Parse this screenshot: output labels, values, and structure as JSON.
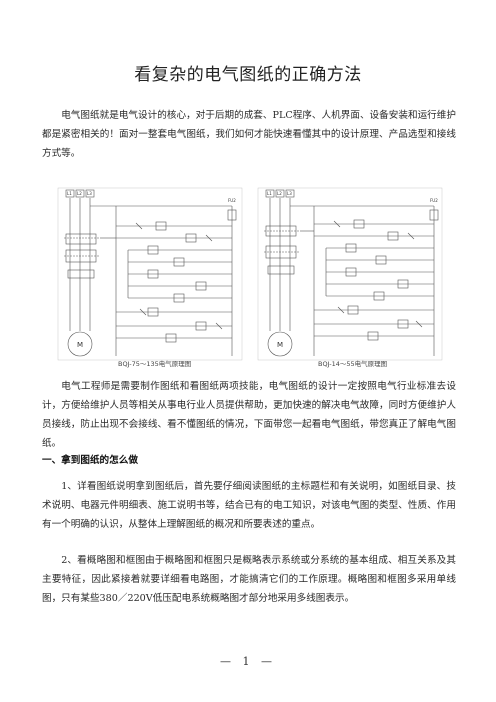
{
  "title": "看复杂的电气图纸的正确方法",
  "intro": "电气图纸就是电气设计的核心，对于后期的成套、PLC程序、人机界面、设备安装和运行维护都是紧密相关的！面对一整套电气图纸，我们如何才能快速看懂其中的设计原理、产品选型和接线方式等。",
  "figure": {
    "left_caption": "BQJ-75～135电气原理图",
    "right_caption": "BQJ-14～55电气原理图",
    "motor_label": "M",
    "phase_labels": [
      "L1",
      "L2",
      "L3"
    ],
    "fuse_label": "FU2"
  },
  "para2": "电气工程师是需要制作图纸和看图纸两项技能，电气图纸的设计一定按照电气行业标准去设计，方便给维护人员等相关从事电行业人员提供帮助，更加快速的解决电气故障，同时方便维护人员接线，防止出现不会接线、看不懂图纸的情况，下面带您一起看电气图纸，带您真正了解电气图纸。",
  "section1_heading": "一、拿到图纸的怎么做",
  "item1": "1、详看图纸说明拿到图纸后，首先要仔细阅读图纸的主标题栏和有关说明，如图纸目录、技术说明、电器元件明细表、施工说明书等，结合已有的电工知识，对该电气图的类型、性质、作用有一个明确的认识，从整体上理解图纸的概况和所要表述的重点。",
  "item2": "2、看概略图和框图由于概略图和框图只是概略表示系统或分系统的基本组成、相互关系及其主要特征，因此紧接着就要详细看电路图，才能搞清它们的工作原理。概略图和框图多采用单线图，只有某些380／220V低压配电系统概略图才部分地采用多线图表示。",
  "page_number": "— 1 —"
}
